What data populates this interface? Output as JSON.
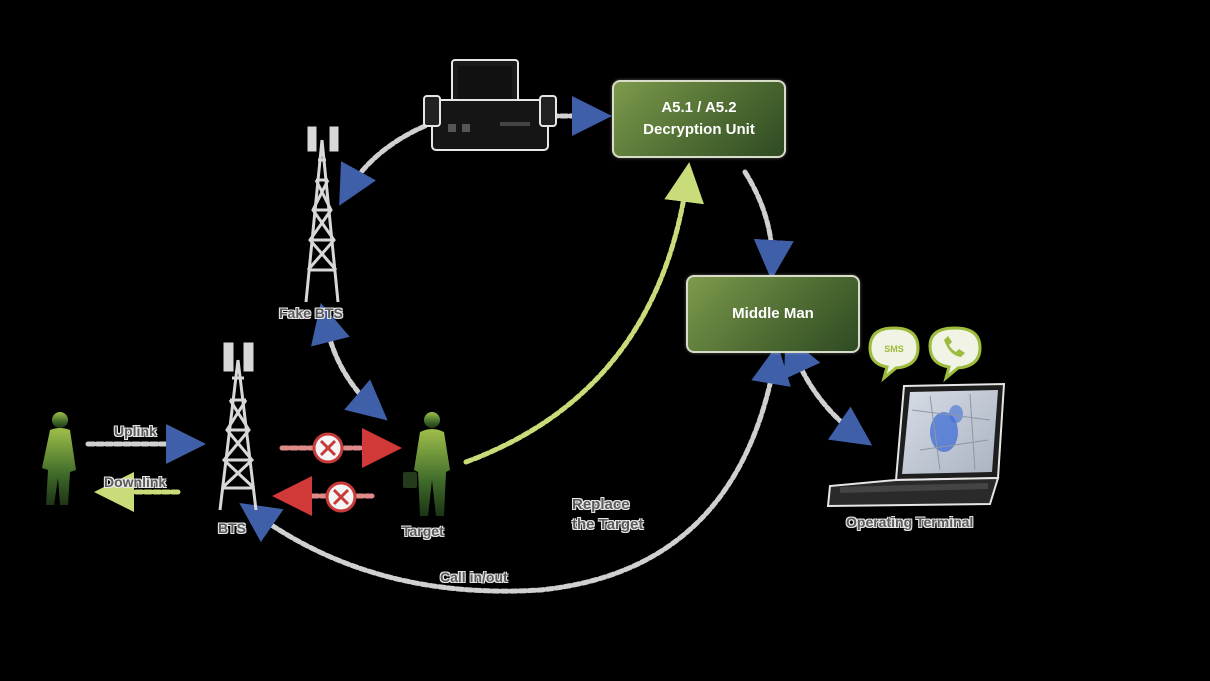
{
  "nodes": {
    "decryption_unit": {
      "line1": "A5.1 / A5.2",
      "line2": "Decryption Unit"
    },
    "middle_man": {
      "label": "Middle Man"
    },
    "fake_bts": {
      "label": "Fake BTS"
    },
    "bts": {
      "label": "BTS"
    },
    "target": {
      "label": "Target"
    },
    "operating_terminal": {
      "label": "Operating Terminal"
    }
  },
  "links": {
    "uplink": "Uplink",
    "downlink": "Downlink",
    "call": "Call in/out",
    "replace_line1": "Replace",
    "replace_line2": "the Target"
  },
  "icons": {
    "sms_bubble": "SMS",
    "call_bubble": "CALL"
  },
  "colors": {
    "box_green": "#5a7a3a",
    "arrow_blue": "#3f5fa8",
    "blocked_red": "#d23a3a",
    "arrow_green": "#b9cf6a"
  }
}
